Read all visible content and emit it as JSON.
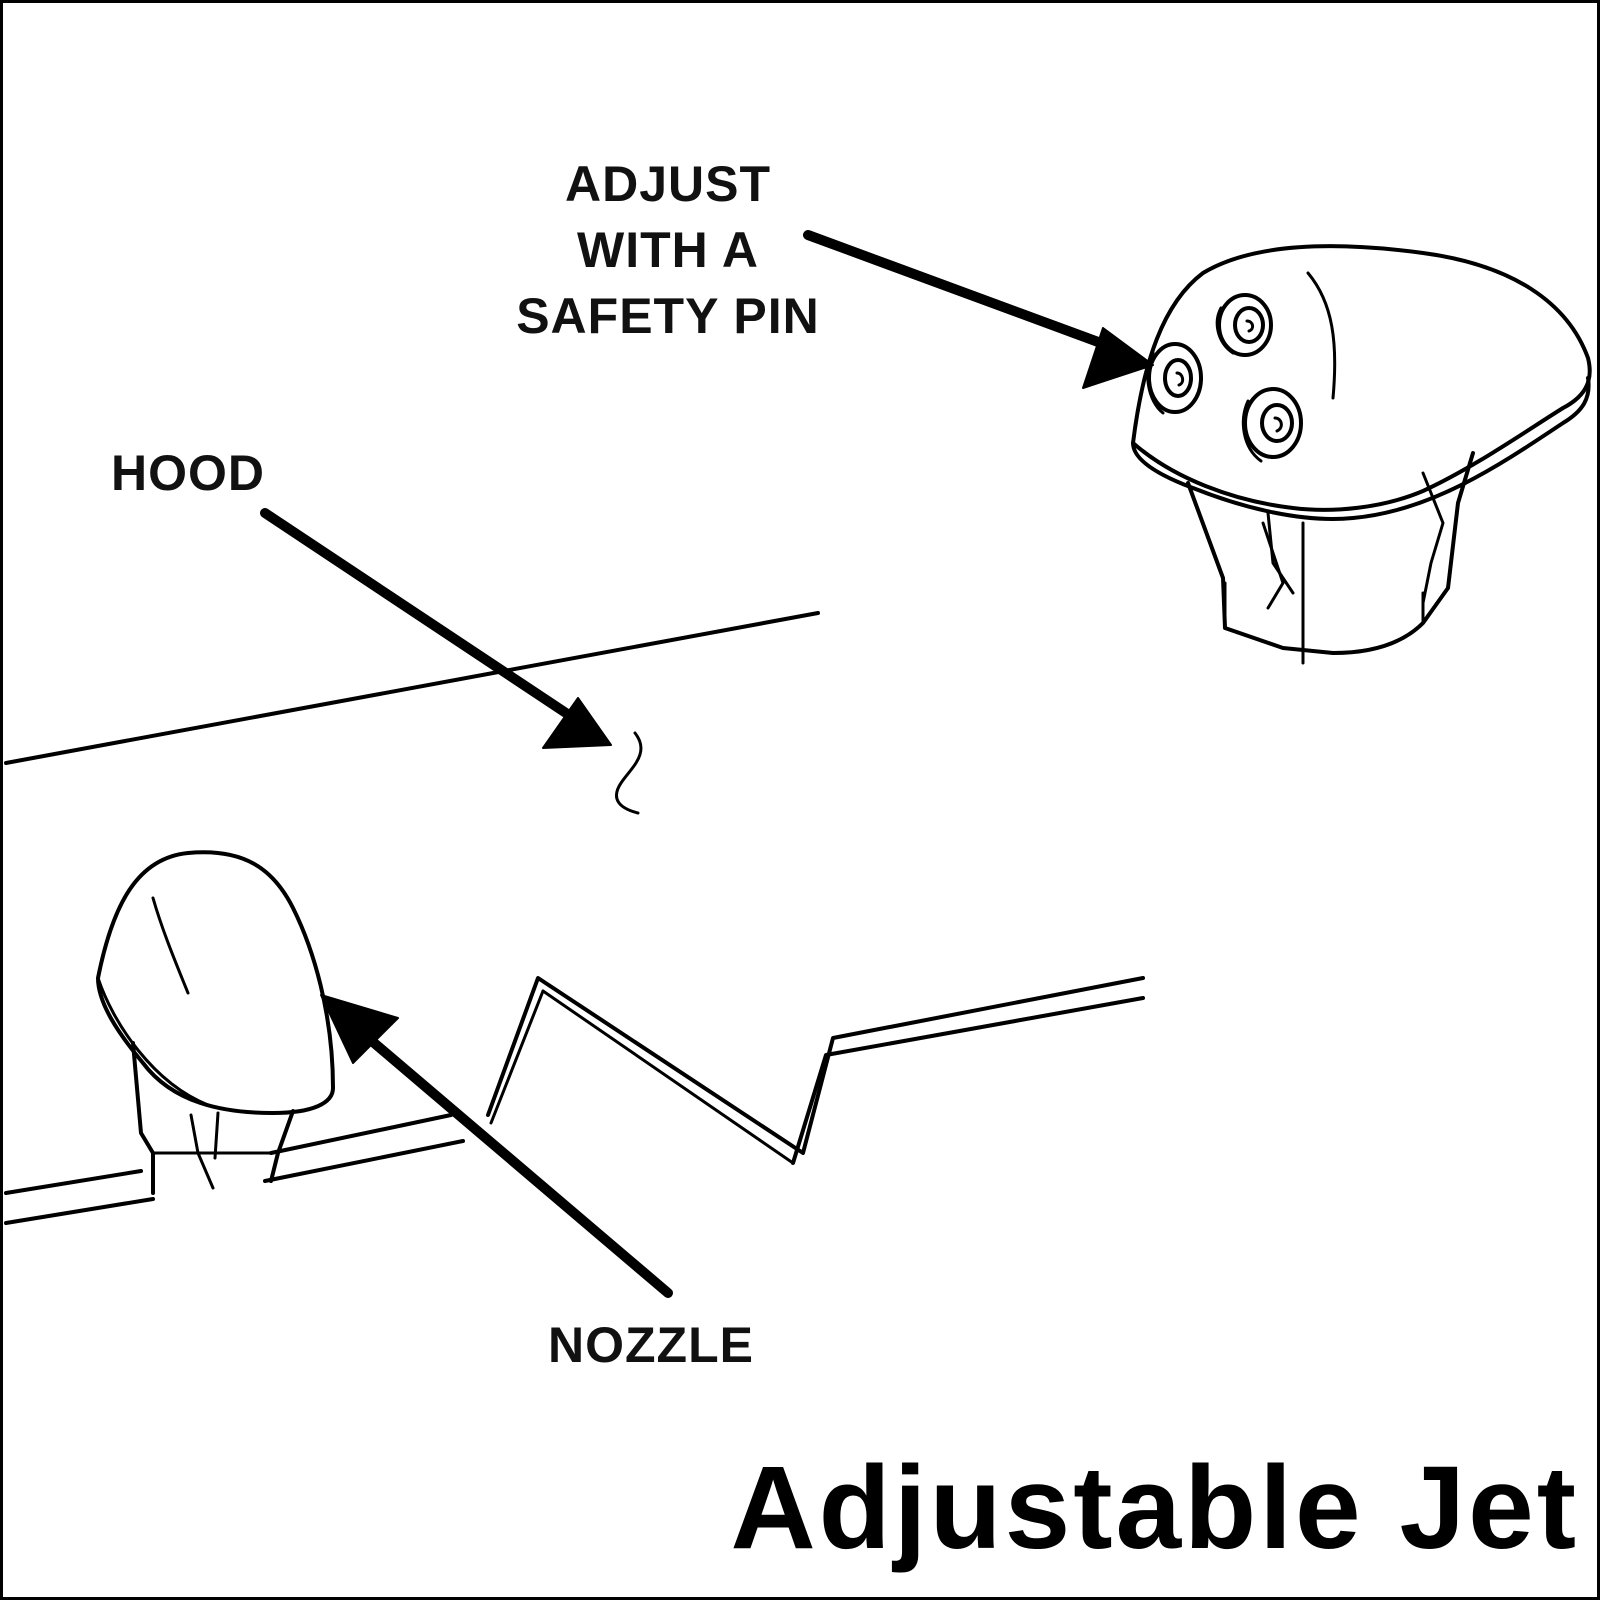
{
  "labels": {
    "adjust": "ADJUST\nWITH A\nSAFETY PIN",
    "hood": "HOOD",
    "nozzle": "NOZZLE"
  },
  "caption": "Adjustable Jet",
  "colors": {
    "ink": "#000000",
    "background": "#ffffff"
  }
}
